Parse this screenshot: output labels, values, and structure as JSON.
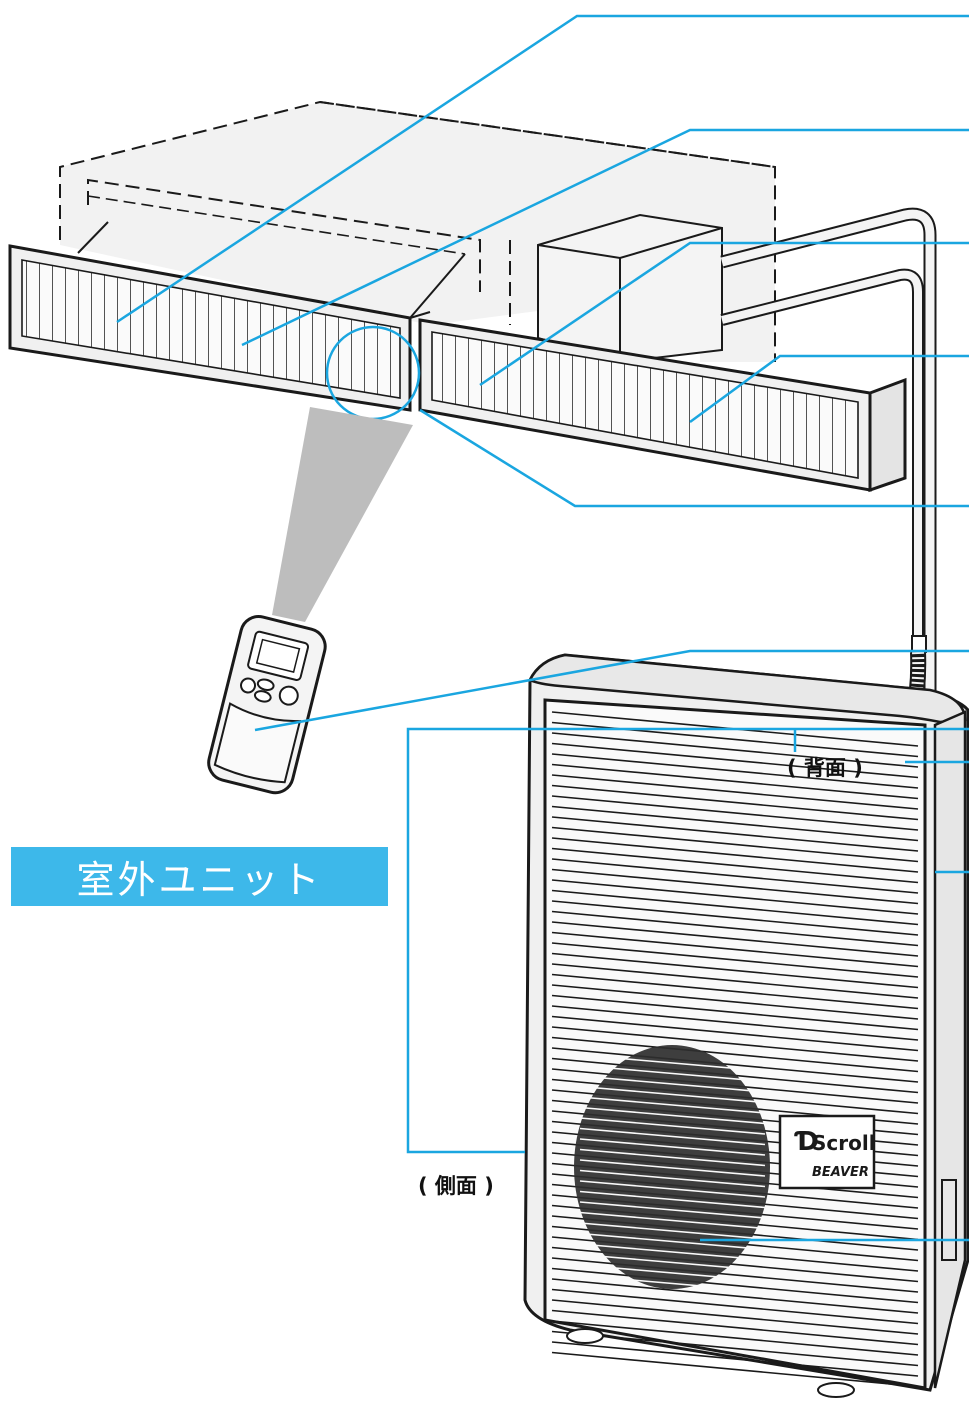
{
  "section_label": "室外ユニット",
  "view_labels": {
    "back": "( 背面 )",
    "side": "( 側面 )"
  },
  "brand": {
    "name": "Scroll",
    "sub": "BEAVER"
  },
  "colors": {
    "leader_line": "#1aa6e0",
    "label_bg": "#3db8ea",
    "label_text": "#ffffff",
    "ir_beam": "#bdbdbd",
    "drawing_line": "#1a1a1a",
    "unit_fill": "#f2f2f2"
  }
}
